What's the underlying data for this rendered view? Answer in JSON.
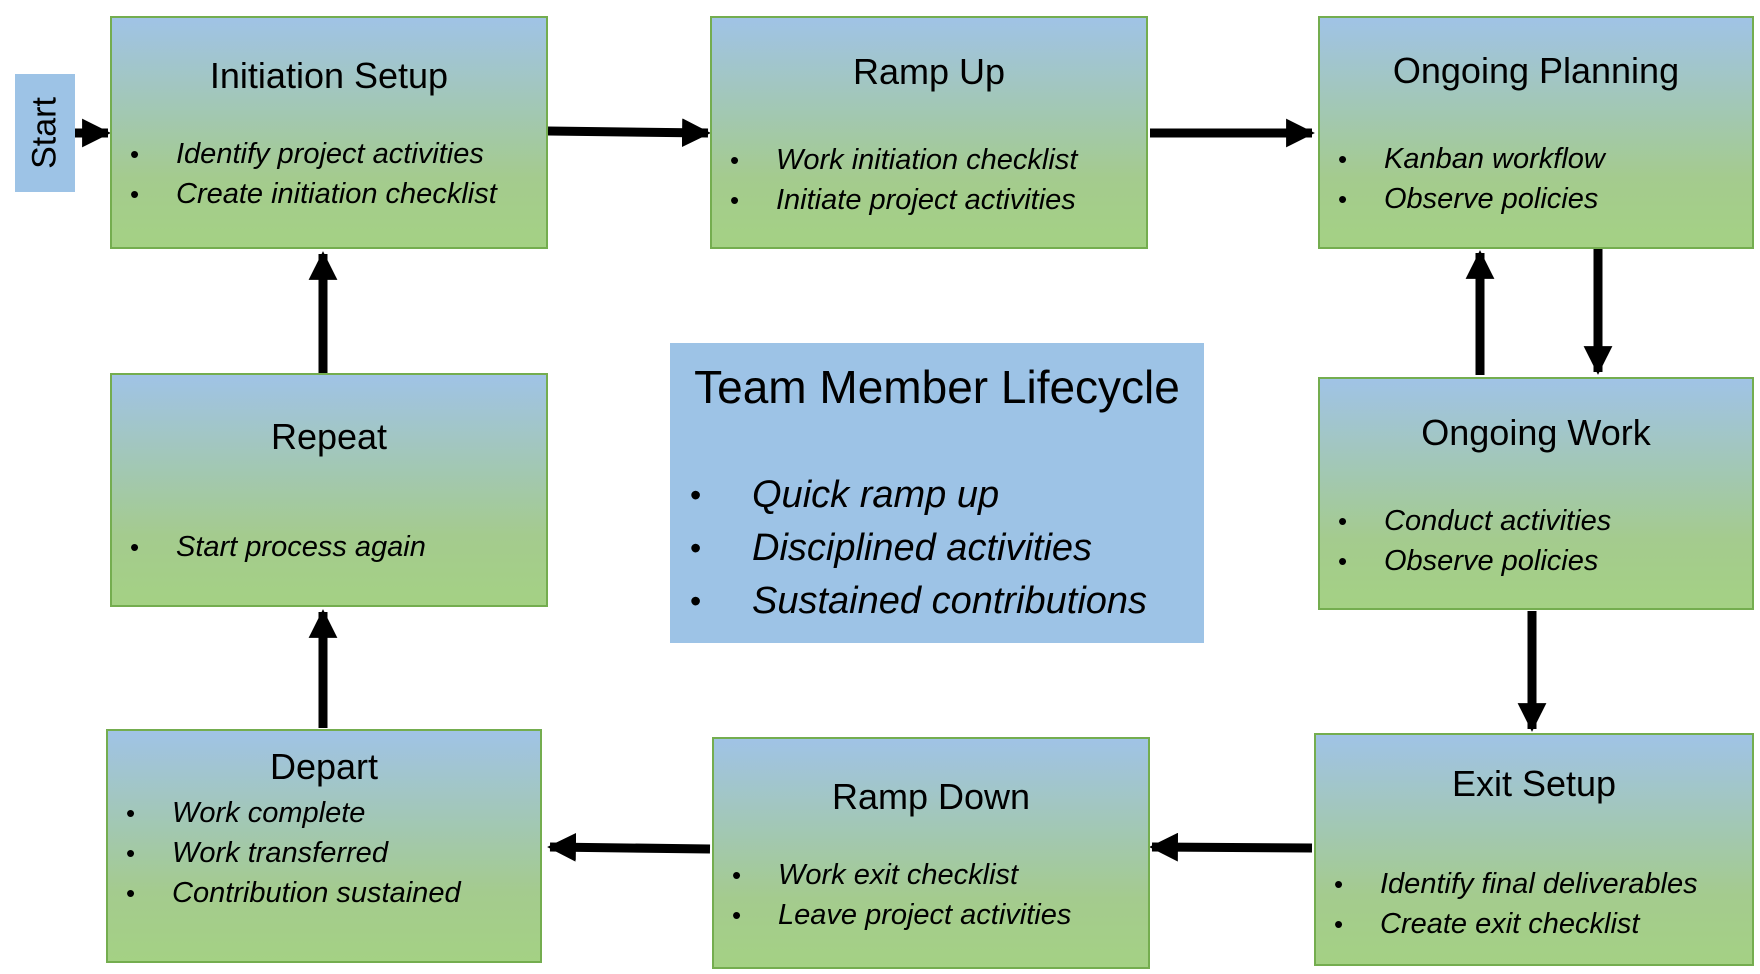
{
  "start_label": "Start",
  "center": {
    "title": "Team Member Lifecycle",
    "items": [
      "Quick ramp up",
      "Disciplined activities",
      "Sustained contributions"
    ]
  },
  "nodes": {
    "initiation_setup": {
      "title": "Initiation Setup",
      "items": [
        "Identify project activities",
        "Create initiation checklist"
      ]
    },
    "ramp_up": {
      "title": "Ramp Up",
      "items": [
        "Work initiation checklist",
        "Initiate project activities"
      ]
    },
    "ongoing_planning": {
      "title": "Ongoing Planning",
      "items": [
        "Kanban workflow",
        "Observe policies"
      ]
    },
    "ongoing_work": {
      "title": "Ongoing Work",
      "items": [
        "Conduct activities",
        "Observe policies"
      ]
    },
    "exit_setup": {
      "title": "Exit Setup",
      "items": [
        "Identify final deliverables",
        "Create exit checklist"
      ]
    },
    "ramp_down": {
      "title": "Ramp Down",
      "items": [
        "Work exit checklist",
        "Leave project activities"
      ]
    },
    "depart": {
      "title": "Depart",
      "items": [
        "Work complete",
        "Work transferred",
        "Contribution sustained"
      ]
    },
    "repeat": {
      "title": "Repeat",
      "items": [
        "Start process again"
      ]
    }
  },
  "colors": {
    "box_top": "#a0c3e6",
    "box_bottom": "#a4d184",
    "box_border": "#74ad4f",
    "panel": "#9dc3e6",
    "arrow": "#000000"
  }
}
